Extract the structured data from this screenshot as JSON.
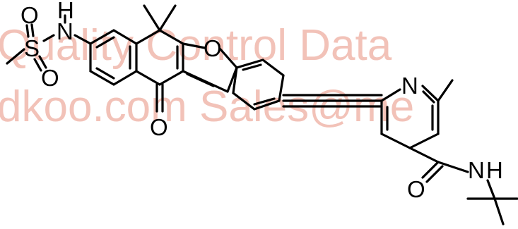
{
  "watermark": {
    "line1": "Quality Control Data",
    "line2": "dkoo.com   Sales@me",
    "color": "#f2c2b8"
  },
  "atoms": {
    "nh_left": "H",
    "n_left": "N",
    "s": "S",
    "o_s_top": "O",
    "o_s_bottom": "O",
    "o_furan": "O",
    "o_ketone": "O",
    "n_pyridine": "N",
    "o_amide": "O",
    "n_amide": "N",
    "h_amide": "H"
  },
  "colors": {
    "bond": "#000000",
    "text": "#000000"
  }
}
